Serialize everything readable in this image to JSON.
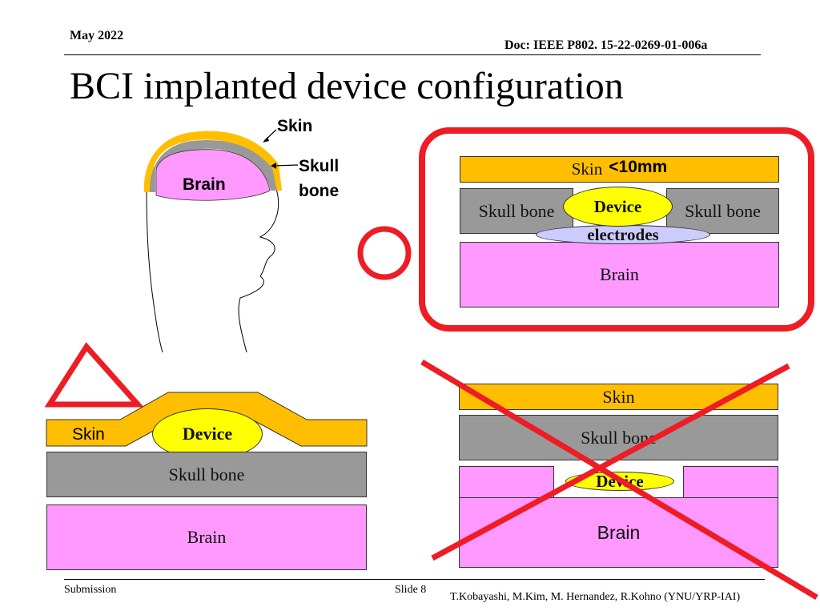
{
  "header": {
    "date": "May 2022",
    "doc": "Doc: IEEE P802. 15-22-0269-01-006a"
  },
  "title": "BCI implanted device configuration",
  "head_diagram": {
    "skin_label": "Skin",
    "skull_label_line1": "Skull",
    "skull_label_line2": "bone",
    "brain_label": "Brain"
  },
  "config_good": {
    "mark": "circle",
    "mark_color": "#ee1c24",
    "skin_label": "Skin",
    "depth_label": "<10mm",
    "skull_left": "Skull bone",
    "skull_right": "Skull bone",
    "device": "Device",
    "electrodes": "electrodes",
    "brain": "Brain"
  },
  "config_partial": {
    "mark": "triangle",
    "skin": "Skin",
    "device": "Device",
    "skull": "Skull bone",
    "brain": "Brain"
  },
  "config_bad": {
    "mark": "cross",
    "skin": "Skin",
    "skull": "Skull bone",
    "device": "Device",
    "brain": "Brain"
  },
  "colors": {
    "skin": "#ffbf00",
    "bone": "#999999",
    "brain": "#ff99ff",
    "device": "#ffff00",
    "electrodes": "#ccccff",
    "mark": "#ee1c24"
  },
  "footer": {
    "left": "Submission",
    "slide": "Slide 8",
    "authors": "T.Kobayashi, M.Kim, M. Hernandez, R.Kohno (YNU/YRP-IAI)"
  }
}
